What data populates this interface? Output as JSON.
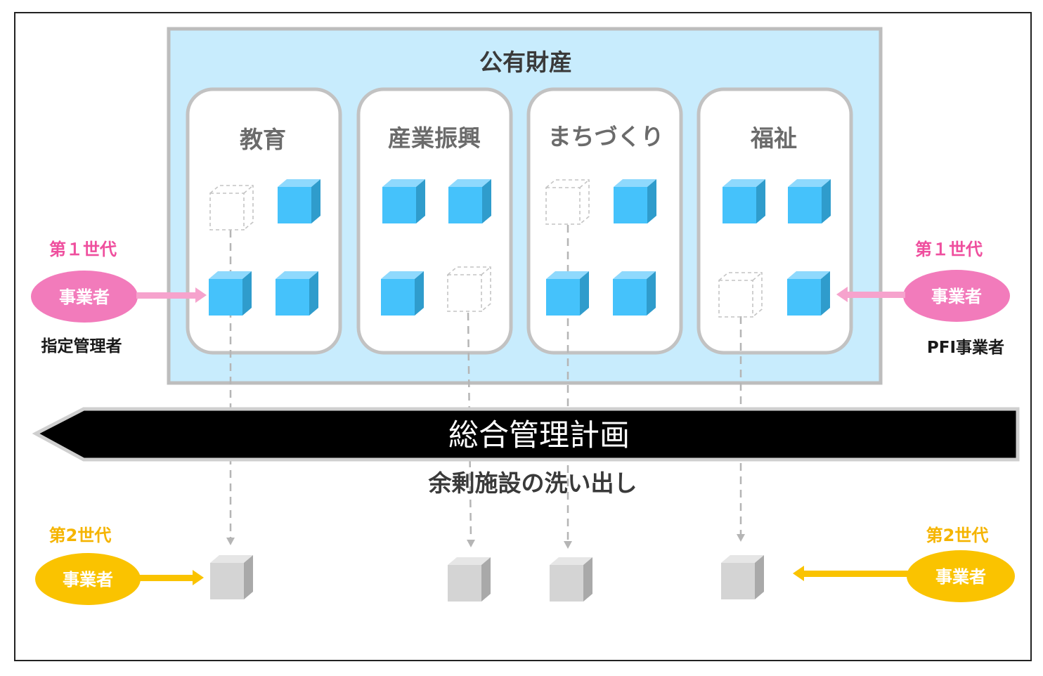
{
  "public_property": {
    "title": "公有財産",
    "categories": [
      {
        "label": "教育"
      },
      {
        "label": "産業振興"
      },
      {
        "label": "まちづくり"
      },
      {
        "label": "福祉"
      }
    ]
  },
  "plan_arrow": {
    "label": "総合管理計画",
    "caption": "余剰施設の洗い出し"
  },
  "left_first_gen": {
    "generation": "第１世代",
    "operator": "事業者",
    "role": "指定管理者"
  },
  "right_first_gen": {
    "generation": "第１世代",
    "operator": "事業者",
    "role": "PFI事業者"
  },
  "left_second_gen": {
    "generation": "第2世代",
    "operator": "事業者"
  },
  "right_second_gen": {
    "generation": "第2世代",
    "operator": "事業者"
  },
  "colors": {
    "panel_fill": "#c8ecfd",
    "panel_border": "#bdbdbd",
    "cube_blue": "#45c2fb",
    "cube_gray": "#d4d4d4",
    "pink": "#f27bbb",
    "yellow": "#fac300",
    "arrow_black": "#000000"
  }
}
